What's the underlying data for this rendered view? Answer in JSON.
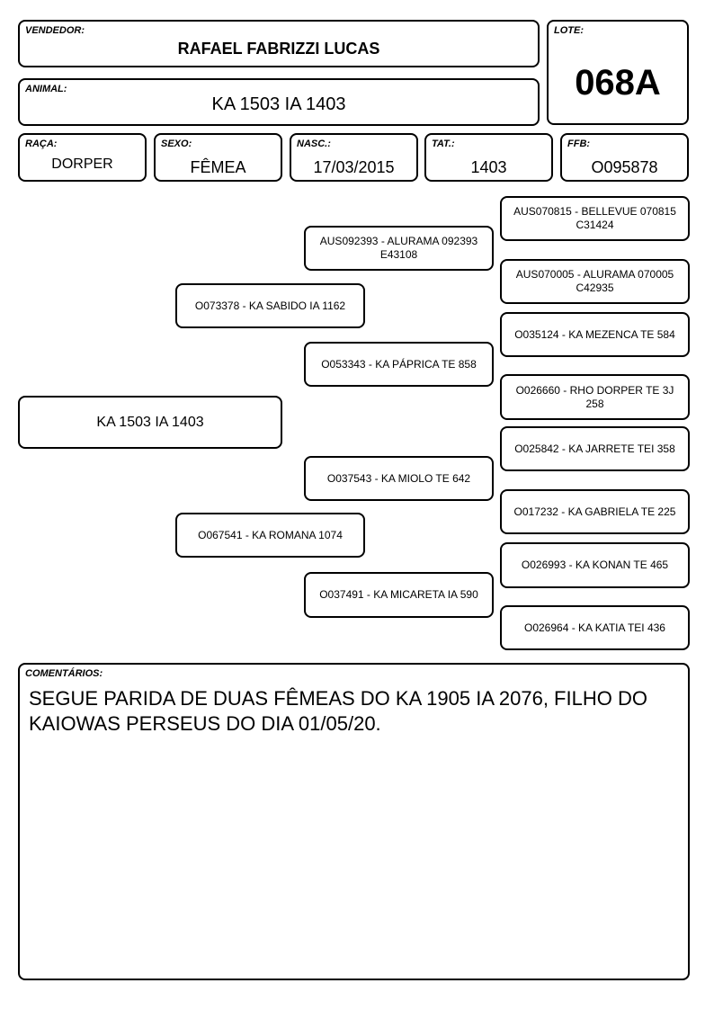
{
  "header": {
    "vendedor_label": "VENDEDOR:",
    "vendedor": "RAFAEL FABRIZZI LUCAS",
    "lote_label": "LOTE:",
    "lote": "068A",
    "animal_label": "ANIMAL:",
    "animal": "KA 1503 IA 1403"
  },
  "info": {
    "raca_label": "RAÇA:",
    "raca": "DORPER",
    "sexo_label": "SEXO:",
    "sexo": "FÊMEA",
    "nasc_label": "NASC.:",
    "nasc": "17/03/2015",
    "tat_label": "TAT.:",
    "tat": "1403",
    "ffb_label": "FFB:",
    "ffb": "O095878"
  },
  "pedigree": {
    "animal": "KA 1503 IA 1403",
    "sire": "O073378 - KA SABIDO IA 1162",
    "dam": "O067541 - KA ROMANA 1074",
    "sire_sire": "AUS092393 - ALURAMA 092393 E43108",
    "sire_dam": "O053343 - KA PÁPRICA TE 858",
    "dam_sire": "O037543 - KA MIOLO TE 642",
    "dam_dam": "O037491 - KA MICARETA IA 590",
    "ss_sire": "AUS070815 - BELLEVUE 070815 C31424",
    "ss_dam": "AUS070005 - ALURAMA 070005 C42935",
    "sd_sire": "O035124 - KA MEZENCA TE 584",
    "sd_dam": "O026660 - RHO DORPER TE 3J 258",
    "ds_sire": "O025842 - KA JARRETE TEI 358",
    "ds_dam": "O017232 - KA GABRIELA TE 225",
    "dd_sire": "O026993 - KA KONAN TE 465",
    "dd_dam": "O026964 - KA KATIA TEI 436"
  },
  "comments": {
    "label": "COMENTÁRIOS:",
    "text": "SEGUE PARIDA DE DUAS FÊMEAS DO KA 1905 IA 2076, FILHO DO KAIOWAS PERSEUS DO DIA 01/05/20."
  }
}
